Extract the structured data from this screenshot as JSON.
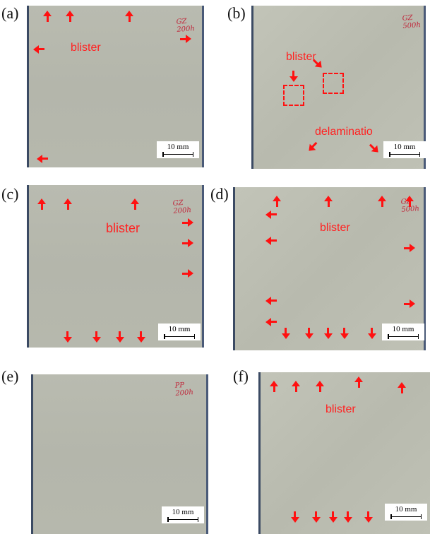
{
  "panels": [
    {
      "label": "(a)",
      "annotation": "blister",
      "handwriting": "GZ 200h",
      "scale": "10 mm"
    },
    {
      "label": "(b)",
      "annotation": "blister",
      "annotation2": "delaminatio",
      "handwriting": "GZ 500h",
      "scale": "10 mm"
    },
    {
      "label": "(c)",
      "annotation": "blister",
      "handwriting": "GZ 200h",
      "scale": "10 mm"
    },
    {
      "label": "(d)",
      "annotation": "blister",
      "handwriting": "GZ 500h",
      "scale": "10 mm"
    },
    {
      "label": "(e)",
      "handwriting": "PP 200h",
      "scale": "10 mm"
    },
    {
      "label": "(f)",
      "annotation": "blister",
      "scale": "10 mm"
    }
  ],
  "colors": {
    "annotation": "#ff2222",
    "coating": "#b8baaf"
  }
}
